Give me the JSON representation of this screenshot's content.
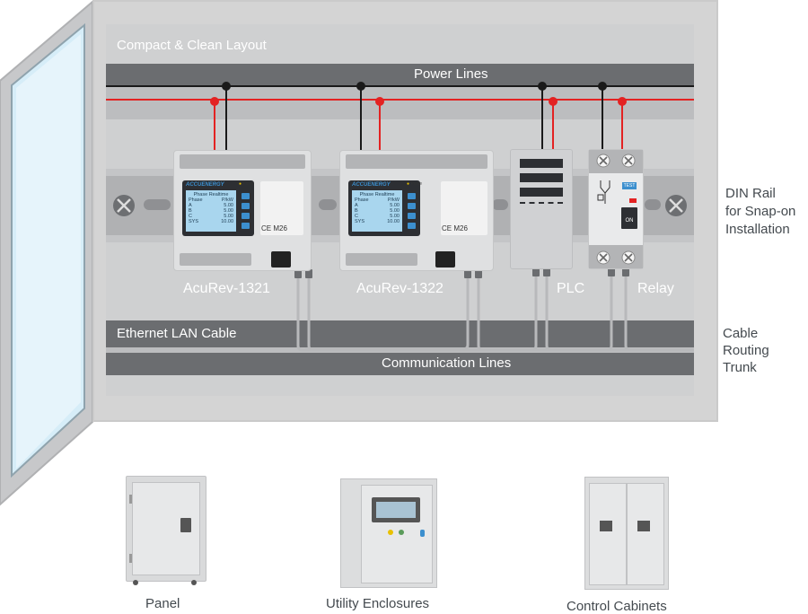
{
  "labels": {
    "compact": "Compact & Clean Layout",
    "power_lines": "Power Lines",
    "ethernet": "Ethernet LAN Cable",
    "communication": "Communication Lines",
    "din_rail_1": "DIN Rail",
    "din_rail_2": "for Snap-on",
    "din_rail_3": "Installation",
    "trunk_1": "Cable",
    "trunk_2": "Routing",
    "trunk_3": "Trunk"
  },
  "devices": {
    "meter1": {
      "name": "AcuRev-1321",
      "brand": "ACCUENERGY",
      "pulse": "Pulse",
      "screen_title": "Phase Realtime",
      "screen_header_left": "Phase",
      "screen_header_right": "P/kW",
      "rows": [
        [
          "A",
          "5.00"
        ],
        [
          "B",
          "5.00"
        ],
        [
          "C",
          "5.00"
        ],
        [
          "SYS",
          "10.00"
        ]
      ],
      "model_tag": "M26"
    },
    "meter2": {
      "name": "AcuRev-1322",
      "brand": "ACCUENERGY",
      "pulse": "Pulse",
      "screen_title": "Phase Realtime",
      "screen_header_left": "Phase",
      "screen_header_right": "P/kW",
      "rows": [
        [
          "A",
          "5.00"
        ],
        [
          "B",
          "5.00"
        ],
        [
          "C",
          "5.00"
        ],
        [
          "SYS",
          "10.00"
        ]
      ],
      "model_tag": "M26"
    },
    "plc": {
      "name": "PLC"
    },
    "relay": {
      "name": "Relay",
      "test": "TEST",
      "on": "ON"
    }
  },
  "enclosures": [
    {
      "label": "Panel"
    },
    {
      "label": "Utility  Enclosures"
    },
    {
      "label": "Control Cabinets"
    }
  ],
  "colors": {
    "power_black": "#1a1a1a",
    "power_red": "#e32222",
    "band": "#6b6d70",
    "cable": "#b8b9bb"
  }
}
